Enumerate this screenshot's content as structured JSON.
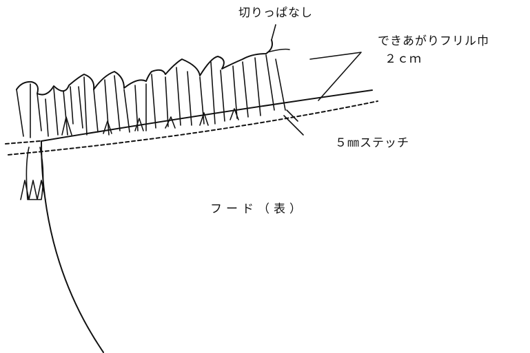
{
  "labels": {
    "cut_edge": "切りっぱなし",
    "ruffle_width": "できあがりフリル巾",
    "ruffle_width_value": "２ｃｍ",
    "stitch": "５㎜ステッチ",
    "hood": "フード（表）"
  },
  "colors": {
    "line": "#111111",
    "background": "#ffffff"
  }
}
